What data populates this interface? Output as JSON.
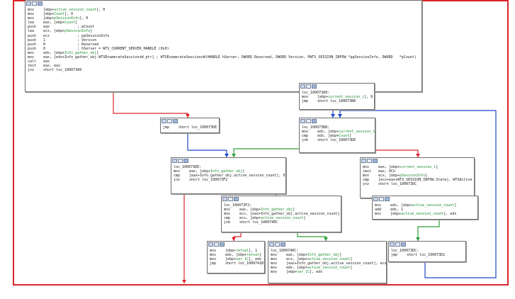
{
  "colors": {
    "frame": "#d9262b",
    "edge_true": "#2e9e3a",
    "edge_false": "#d9262b",
    "edge_jump": "#1f47c8",
    "symbol": "#1b8e2d"
  },
  "nodes": [
    {
      "id": "n0",
      "lines": [
        {
          "op": "mov",
          "arg": "[ebp+active_session_count], 0"
        },
        {
          "op": "mov",
          "arg": "[ebp+Count], 0"
        },
        {
          "op": "mov",
          "arg": "[ebp+pSessionInfo], 0"
        },
        {
          "op": "lea",
          "arg": "eax, [ebp+Count]"
        },
        {
          "op": "push",
          "arg": "eax             ; pCount"
        },
        {
          "op": "lea",
          "arg": "ecx, [ebp+pSessionInfo]"
        },
        {
          "op": "push",
          "arg": "ecx             ; ppSessionInfo"
        },
        {
          "op": "push",
          "arg": "1               ; Version"
        },
        {
          "op": "push",
          "arg": "0               ; Reserved"
        },
        {
          "op": "push",
          "arg": "0               ; hServer = WTS_CURRENT_SERVER_HANDLE (0x0)"
        },
        {
          "op": "mov",
          "arg": "edx, [ebp+Info_gather_obj]"
        },
        {
          "op": "mov",
          "arg": "eax, [edx+Info_gather_obj.WTSEnumerateSessionsW_ptr] ; WTSEnumerateSessionsW(HANDLE hServer, DWORD Reserved, DWORD Version, PWTS_SESSION_INFOW *ppSessionInfo, DWORD   *pCount)"
        },
        {
          "op": "call",
          "arg": "eax"
        },
        {
          "op": "test",
          "arg": "eax, eax"
        },
        {
          "op": "jnz",
          "arg": "short loc_100073A9"
        }
      ]
    },
    {
      "id": "n1",
      "lines": [
        {
          "label": "loc_100073A9:"
        },
        {
          "op": "mov",
          "arg": "[ebp+current_session_i], 0"
        },
        {
          "op": "jmp",
          "arg": "short loc_100073B8"
        }
      ]
    },
    {
      "id": "n2",
      "lines": [
        {
          "op": "jmp",
          "arg": "short loc_100073DE"
        }
      ]
    },
    {
      "id": "n3",
      "lines": [
        {
          "label": "loc_100073B8:"
        },
        {
          "op": "mov",
          "arg": "edx, [ebp+current_session_i]"
        },
        {
          "op": "cmp",
          "arg": "edx, [ebp+Count]"
        },
        {
          "op": "jnb",
          "arg": "short loc_100073DE"
        }
      ]
    },
    {
      "id": "n4",
      "lines": [
        {
          "label": "loc_100073DE:"
        },
        {
          "op": "mov",
          "arg": "eax, [ebp+Info_gather_obj]"
        },
        {
          "op": "cmp",
          "arg": "[eax+Info_gather_obj.active_session_count], 0"
        },
        {
          "op": "jnz",
          "arg": "short loc_100073F2"
        }
      ]
    },
    {
      "id": "n5",
      "lines": [
        {
          "op": "mov",
          "arg": "eax, [ebp+current_session_i]"
        },
        {
          "op": "imul",
          "arg": "eax, 0Ch"
        },
        {
          "op": "mov",
          "arg": "ecx, [ebp+pSessionInfo]"
        },
        {
          "op": "cmp",
          "arg": "[ecx+eax+WTS_SESSION_INFOW.State], WTSActive"
        },
        {
          "op": "jnz",
          "arg": "short loc_100073DC"
        }
      ]
    },
    {
      "id": "n6",
      "lines": [
        {
          "op": "mov",
          "arg": "edx, [ebp+active_session_count]"
        },
        {
          "op": "add",
          "arg": "edx, 1"
        },
        {
          "op": "mov",
          "arg": "[ebp+active_session_count], edx"
        }
      ]
    },
    {
      "id": "n7",
      "lines": [
        {
          "label": "loc_100073F2:"
        },
        {
          "op": "mov",
          "arg": "eax, [ebp+Info_gather_obj]"
        },
        {
          "op": "mov",
          "arg": "ecx, [eax+Info_gather_obj.active_session_count]"
        },
        {
          "op": "cmp",
          "arg": "ecx, [ebp+active_session_count]"
        },
        {
          "op": "jnb",
          "arg": "short loc_1000740C"
        }
      ]
    },
    {
      "id": "n8",
      "lines": [
        {
          "op": "mov",
          "arg": "[ebp+retval], 1"
        },
        {
          "op": "mov",
          "arg": "edx, [ebp+retval]"
        },
        {
          "op": "mov",
          "arg": "[ebp+var_1C], edx"
        },
        {
          "op": "jmp",
          "arg": "short loc_1000741B"
        }
      ]
    },
    {
      "id": "n9",
      "lines": [
        {
          "label": "loc_1000740C:"
        },
        {
          "op": "mov",
          "arg": "eax, [ebp+Info_gather_obj]"
        },
        {
          "op": "mov",
          "arg": "ecx, [ebp+active_session_count]"
        },
        {
          "op": "mov",
          "arg": "[eax+Info_gather_obj.active_session_count], ecx"
        },
        {
          "op": "mov",
          "arg": "edx, [ebp+active_session_count]"
        },
        {
          "op": "mov",
          "arg": "[ebp+var_1C], edx"
        }
      ]
    },
    {
      "id": "n10",
      "lines": [
        {
          "label": "loc_100073DC:"
        },
        {
          "op": "jmp",
          "arg": "short loc_100073D2"
        }
      ]
    }
  ],
  "edges": [
    {
      "from": "n0",
      "to": "n1",
      "kind": "true"
    },
    {
      "from": "n0",
      "to": "n2",
      "kind": "false"
    },
    {
      "from": "n1",
      "to": "n3",
      "kind": "jump"
    },
    {
      "from": "n2",
      "to": "n4",
      "kind": "jump"
    },
    {
      "from": "n3",
      "to": "n4",
      "kind": "true"
    },
    {
      "from": "n3",
      "to": "n5",
      "kind": "false"
    },
    {
      "from": "n4",
      "to": "n7",
      "kind": "true"
    },
    {
      "from": "n4",
      "to": "n8",
      "kind": "false"
    },
    {
      "from": "n5",
      "to": "n6",
      "kind": "false"
    },
    {
      "from": "n5",
      "to": "n10",
      "kind": "true"
    },
    {
      "from": "n7",
      "to": "n8",
      "kind": "false"
    },
    {
      "from": "n7",
      "to": "n9",
      "kind": "true"
    },
    {
      "from": "n10",
      "to": "n3",
      "kind": "jump"
    }
  ]
}
